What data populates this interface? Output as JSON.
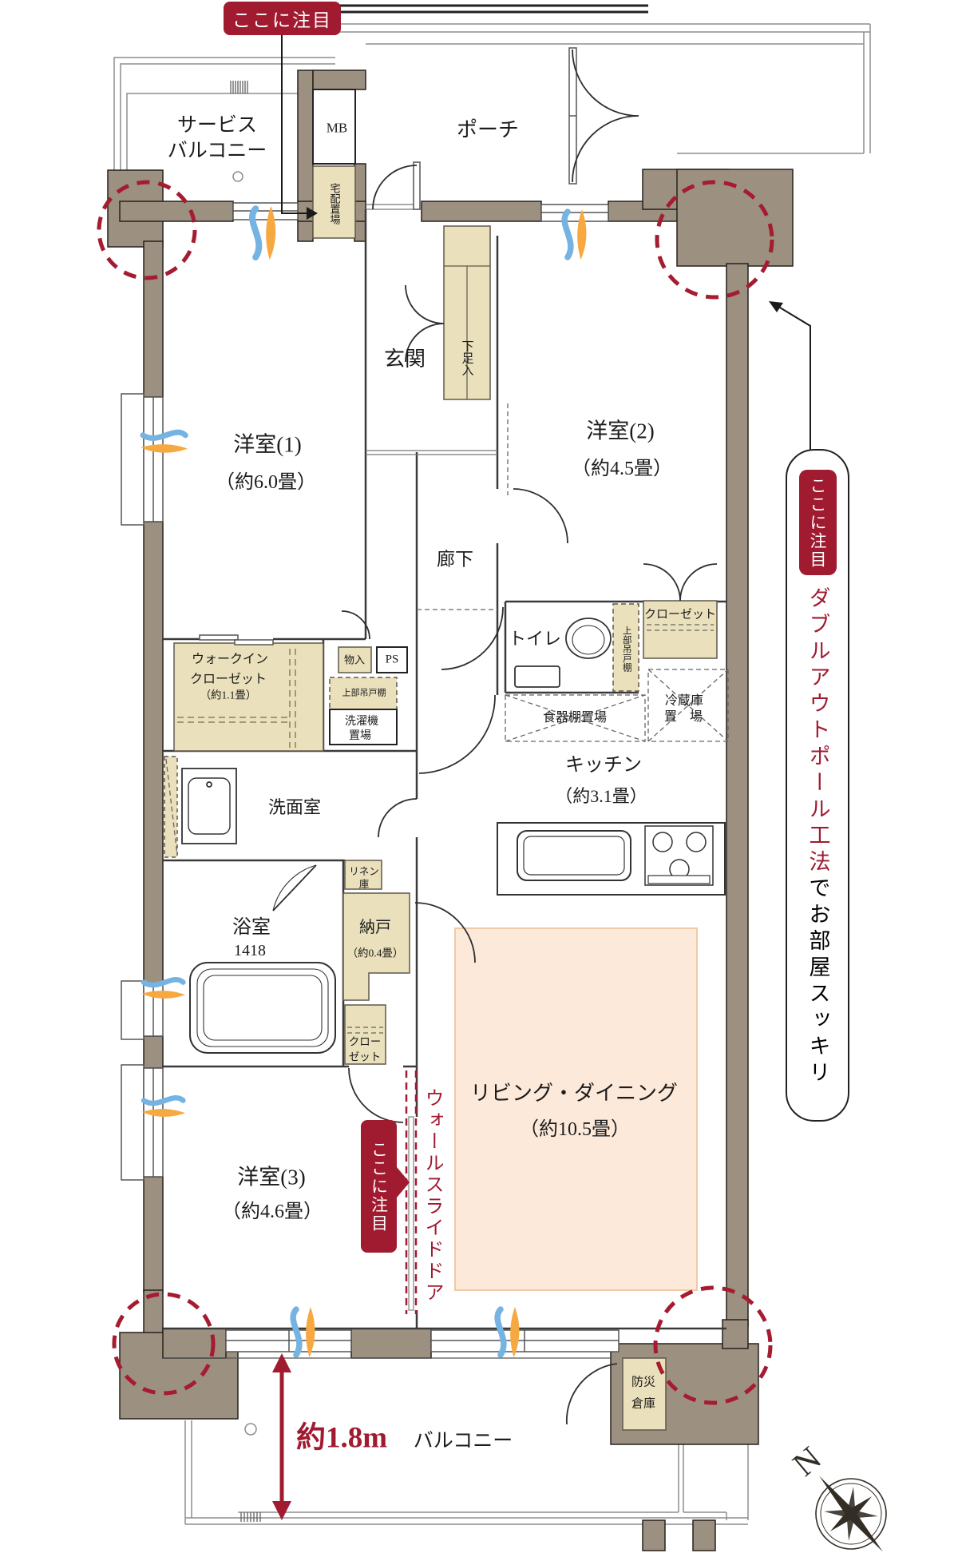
{
  "callouts": {
    "delivery": {
      "badge": "ここに注目"
    },
    "outer_pole": {
      "badge": "ここに注目",
      "feature_red": "ダブルアウトポール工法",
      "feature_rest": "でお部屋スッキリ"
    },
    "wall_slide": {
      "badge": "ここに注目",
      "label": "ウォールスライドドア"
    }
  },
  "rooms": {
    "service_balcony": {
      "line1": "サービス",
      "line2": "バルコニー"
    },
    "porch": {
      "name": "ポーチ"
    },
    "mb": {
      "name": "MB"
    },
    "delivery_box": {
      "name": "宅配置場"
    },
    "entrance": {
      "name": "玄関"
    },
    "shoe_cabinet": {
      "name": "下足入"
    },
    "western1": {
      "name": "洋室(1)",
      "size": "（約6.0畳）"
    },
    "western2": {
      "name": "洋室(2)",
      "size": "（約4.5畳）"
    },
    "western3": {
      "name": "洋室(3)",
      "size": "（約4.6畳）"
    },
    "hallway": {
      "name": "廊下"
    },
    "toilet": {
      "name": "トイレ"
    },
    "toilet_upper_cabinet": {
      "name": "上部吊戸棚"
    },
    "closet_w2": {
      "name": "クローゼット"
    },
    "fridge_space": {
      "line1": "冷蔵庫",
      "line2": "置　場"
    },
    "dish_shelf_space": {
      "name": "食器棚置場"
    },
    "kitchen": {
      "name": "キッチン",
      "size": "（約3.1畳）"
    },
    "wic": {
      "line1": "ウォークイン",
      "line2": "クローゼット",
      "line3": "（約1.1畳）"
    },
    "storage_small": {
      "name": "物入"
    },
    "ps": {
      "name": "PS"
    },
    "laundry_upper_cabinet": {
      "name": "上部吊戸棚"
    },
    "laundry": {
      "line1": "洗濯機",
      "line2": "置場"
    },
    "washroom": {
      "name": "洗面室"
    },
    "bathroom": {
      "name": "浴室",
      "size": "1418"
    },
    "linen": {
      "line1": "リネン",
      "line2": "庫"
    },
    "nando": {
      "name": "納戸",
      "size": "（約0.4畳）"
    },
    "closet_w3": {
      "line1": "クロー",
      "line2": "ゼット"
    },
    "living_dining": {
      "name": "リビング・ダイニング",
      "size": "（約10.5畳）"
    },
    "balcony": {
      "name": "バルコニー"
    },
    "disaster_storage": {
      "line1": "防災",
      "line2": "倉庫"
    }
  },
  "dimension": {
    "balcony_depth": "約1.8m"
  },
  "compass": {
    "north": "N"
  },
  "colors": {
    "accent_red": "#a01b30",
    "wall": "#9c9180",
    "storage_beige": "#eae0bc",
    "ld_pink": "#fce9da",
    "vent_orange": "#f7a941",
    "vent_blue": "#74b3e2"
  }
}
